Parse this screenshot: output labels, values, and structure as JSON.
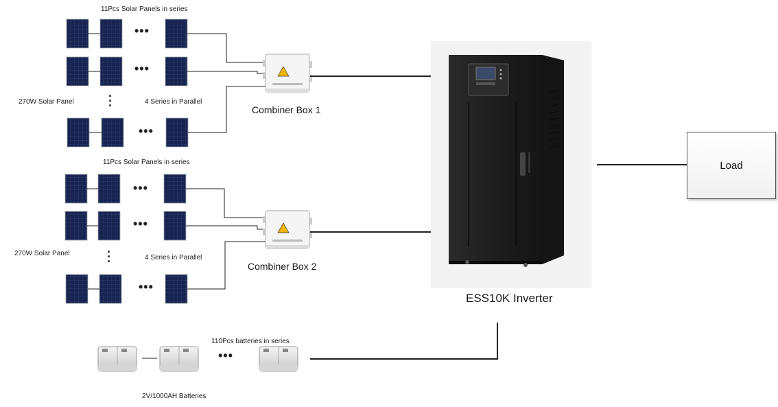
{
  "array1": {
    "series_label": "11Pcs Solar Panels in series",
    "panel_label": "270W Solar Panel",
    "parallel_label": "4 Series in Parallel",
    "combiner_label": "Combiner Box 1"
  },
  "array2": {
    "series_label": "11Pcs Solar Panels in series",
    "panel_label": "270W Solar Panel",
    "parallel_label": "4 Series in Parallel",
    "combiner_label": "Combiner Box 2"
  },
  "inverter": {
    "label": "ESS10K Inverter"
  },
  "load": {
    "label": "Load"
  },
  "battery": {
    "series_label": "110Pcs batteries in series",
    "label": "2V/1000AH  Batteries"
  },
  "ellipsis": "•••",
  "colors": {
    "panel": "#15204a",
    "panel_grid": "#3a4a80",
    "wire": "#222222",
    "inverter_body": "#1f1f1f",
    "combiner_body": "#f4f4f4",
    "warning": "#f2b705"
  }
}
